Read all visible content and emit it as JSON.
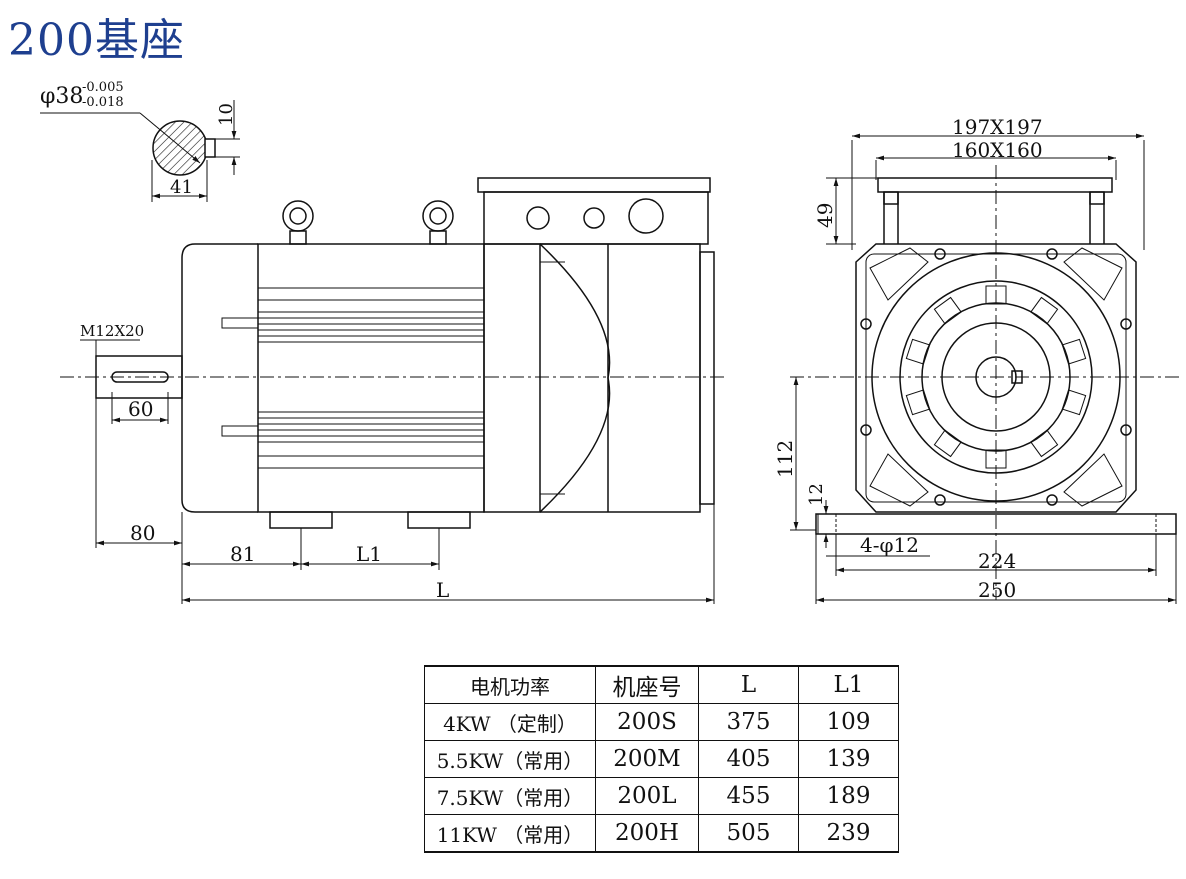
{
  "title": "200基座",
  "shaft_section": {
    "dia_label": "φ38",
    "tol_upper": "-0.005",
    "tol_lower": "-0.018",
    "key_width": "10",
    "key_depth": "41"
  },
  "side_view": {
    "thread_label": "M12X20",
    "key_length": "60",
    "shaft_length": "80",
    "foot_offset": "81",
    "foot_spacing": "L1",
    "overall_length": "L"
  },
  "end_view": {
    "outer_square": "197X197",
    "inner_square": "160X160",
    "box_height": "49",
    "center_height": "112",
    "foot_thickness": "12",
    "bolt_holes": "4-φ12",
    "hole_spacing": "224",
    "base_width": "250"
  },
  "table": {
    "headers": [
      "电机功率",
      "机座号",
      "L",
      "L1"
    ],
    "rows": [
      [
        "4KW （定制）",
        "200S",
        "375",
        "109"
      ],
      [
        "5.5KW（常用）",
        "200M",
        "405",
        "139"
      ],
      [
        "7.5KW（常用）",
        "200L",
        "455",
        "189"
      ],
      [
        "11KW （常用）",
        "200H",
        "505",
        "239"
      ]
    ]
  }
}
